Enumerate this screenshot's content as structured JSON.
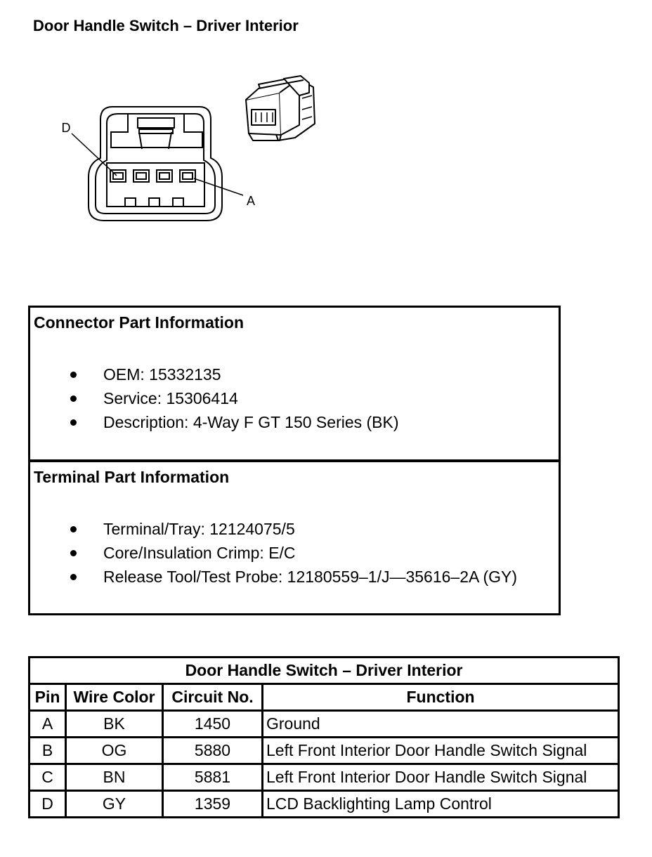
{
  "page": {
    "title": "Door Handle Switch – Driver Interior"
  },
  "diagram": {
    "label_d": "D",
    "label_a": "A"
  },
  "connector_info": {
    "heading": "Connector Part Information",
    "items": [
      "OEM: 15332135",
      "Service: 15306414",
      "Description: 4-Way F GT 150 Series (BK)"
    ]
  },
  "terminal_info": {
    "heading": "Terminal Part Information",
    "items": [
      "Terminal/Tray: 12124075/5",
      "Core/Insulation Crimp: E/C",
      "Release Tool/Test Probe: 12180559–1/J—35616–2A (GY)"
    ]
  },
  "pinout": {
    "title": "Door Handle Switch – Driver Interior",
    "headers": [
      "Pin",
      "Wire Color",
      "Circuit No.",
      "Function"
    ],
    "rows": [
      [
        "A",
        "BK",
        "1450",
        "Ground"
      ],
      [
        "B",
        "OG",
        "5880",
        "Left Front Interior Door Handle Switch Signal"
      ],
      [
        "C",
        "BN",
        "5881",
        "Left Front Interior Door Handle Switch Signal"
      ],
      [
        "D",
        "GY",
        "1359",
        "LCD Backlighting Lamp Control"
      ]
    ]
  }
}
